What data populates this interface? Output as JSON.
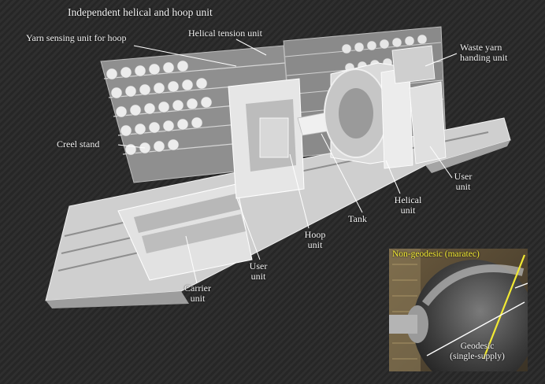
{
  "labels": {
    "title": "Independent helical and hoop unit",
    "yarn_sensing": "Yarn sensing unit for hoop",
    "helical_tension": "Helical tension unit",
    "waste_yarn_l1": "Waste yarn",
    "waste_yarn_l2": "handing unit",
    "creel_stand": "Creel stand",
    "user_right_l1": "User",
    "user_right_l2": "unit",
    "helical_l1": "Helical",
    "helical_l2": "unit",
    "tank": "Tank",
    "hoop_l1": "Hoop",
    "hoop_l2": "unit",
    "user_bottom_l1": "User",
    "user_bottom_l2": "unit",
    "carrier_l1": "Carrier",
    "carrier_l2": "unit"
  },
  "inset": {
    "non_geodesic": "Non-geodesic (maratec)",
    "geodesic_l1": "Geodesic",
    "geodesic_l2": "(single-supply)"
  },
  "colors": {
    "machine": "#d9d9d9",
    "machine_shadow": "#9c9c9c",
    "leader": "#ffffff",
    "highlight": "#f2ea33"
  }
}
